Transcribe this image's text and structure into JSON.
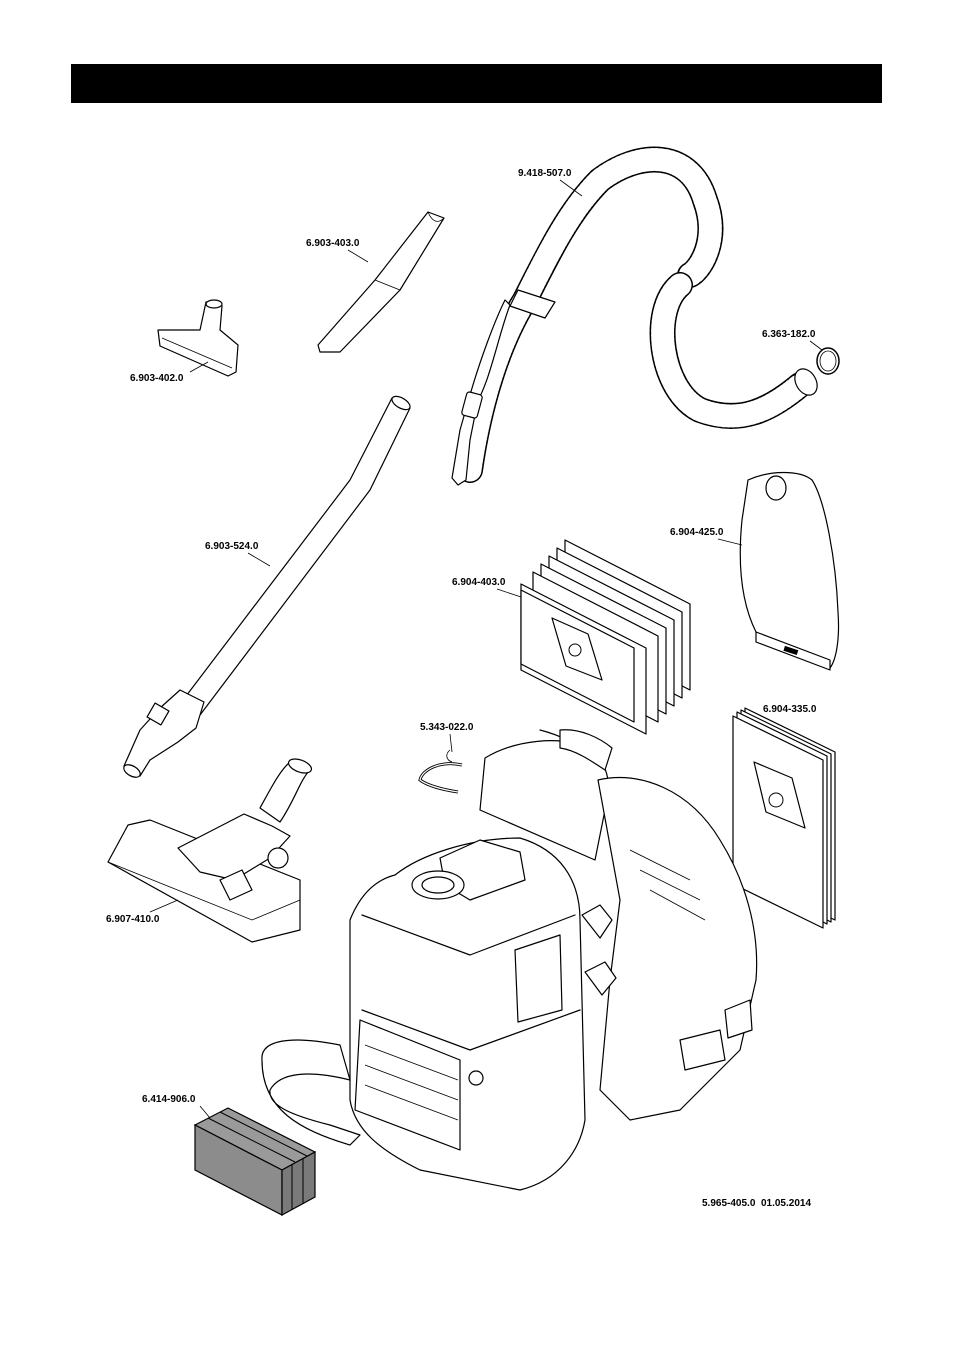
{
  "header": {
    "title": ""
  },
  "parts": [
    {
      "id": "hose",
      "number": "9.418-507.0"
    },
    {
      "id": "crevice-nozzle",
      "number": "6.903-403.0"
    },
    {
      "id": "upholstery-nozzle",
      "number": "6.903-402.0"
    },
    {
      "id": "o-ring",
      "number": "6.363-182.0"
    },
    {
      "id": "suction-tube",
      "number": "6.903-524.0"
    },
    {
      "id": "filter-bag-single",
      "number": "6.904-425.0"
    },
    {
      "id": "filter-bags-pack",
      "number": "6.904-403.0"
    },
    {
      "id": "clip",
      "number": "5.343-022.0"
    },
    {
      "id": "paper-bags-pack",
      "number": "6.904-335.0"
    },
    {
      "id": "floor-nozzle",
      "number": "6.907-410.0"
    },
    {
      "id": "filter-pads",
      "number": "6.414-906.0"
    }
  ],
  "footer": {
    "doc_number": "5.965-405.0",
    "date": "01.05.2014"
  }
}
